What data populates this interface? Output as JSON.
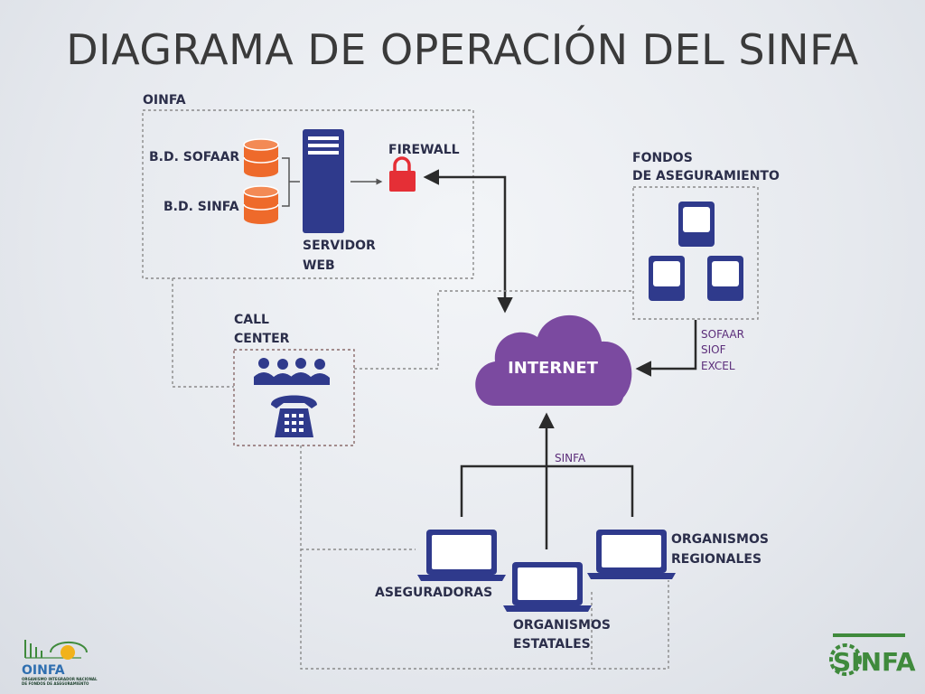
{
  "title": "DIAGRAMA DE OPERACIÓN DEL SINFA",
  "oinfa_box": {
    "label": "OINFA",
    "db_sofaar": "B.D. SOFAAR",
    "db_sinfa": "B.D. SINFA",
    "server_line1": "SERVIDOR",
    "server_line2": "WEB",
    "firewall": "FIREWALL"
  },
  "fondos": {
    "line1": "FONDOS",
    "line2": "DE ASEGURAMIENTO",
    "systems": [
      "SOFAAR",
      "SIOF",
      "EXCEL"
    ]
  },
  "call_center": {
    "line1": "CALL",
    "line2": "CENTER"
  },
  "internet": "INTERNET",
  "sinfa_link": "SINFA",
  "clients": {
    "aseguradoras": "ASEGURADORAS",
    "estatales_line1": "ORGANISMOS",
    "estatales_line2": "ESTATALES",
    "regionales_line1": "ORGANISMOS",
    "regionales_line2": "REGIONALES"
  },
  "logos": {
    "oinfa_text": "OINFA",
    "oinfa_sub1": "ORGANISMO INTEGRADOR NACIONAL",
    "oinfa_sub2": "DE FONDOS DE ASEGURAMIENTO",
    "sinfa_text": "SINFA"
  },
  "colors": {
    "navy": "#2f3a8c",
    "orange": "#ee6a2b",
    "red": "#e52f36",
    "purple": "#7b4aa0",
    "arrow": "#2b2b2b",
    "dashed": "#8a8a8a",
    "green": "#3f8a3c"
  }
}
